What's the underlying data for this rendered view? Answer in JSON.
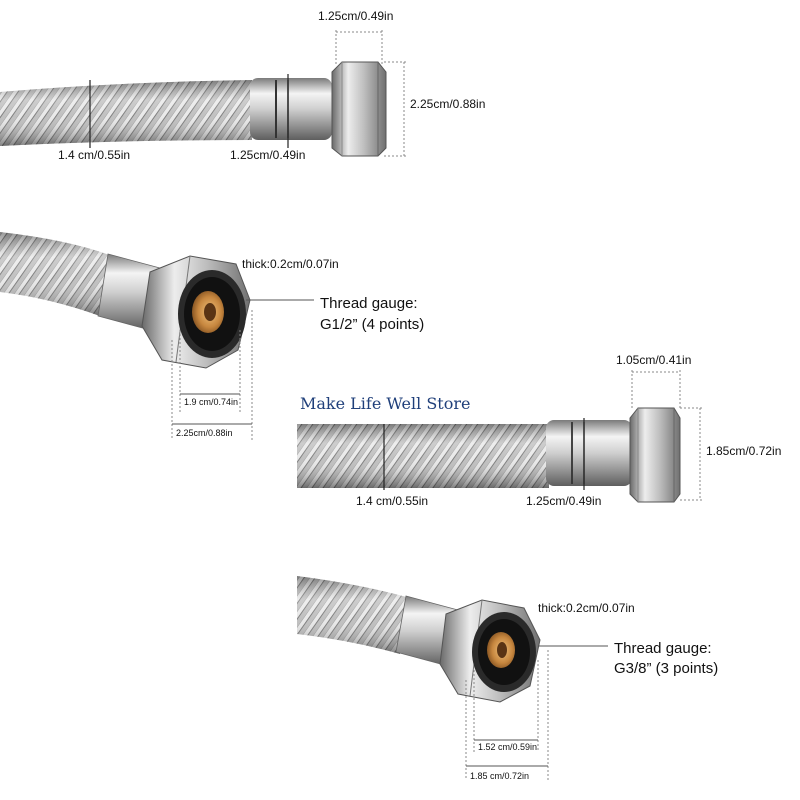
{
  "store_name": "Make Life Well Store",
  "colors": {
    "braid_light": "#e6e6e6",
    "braid_dark": "#7b7b7b",
    "steel_light": "#f2f2f2",
    "steel_dark": "#6e6e6e",
    "brass": "#c7873f",
    "store_text": "#1f3f7a"
  },
  "panel1": {
    "nut_width": "1.25cm/0.49in",
    "nut_height": "2.25cm/0.88in",
    "hose_diameter": "1.4 cm/0.55in",
    "sleeve_width": "1.25cm/0.49in"
  },
  "panel2": {
    "thickness": "thick:0.2cm/0.07in",
    "thread_title": "Thread gauge:",
    "thread_value": "G1/2”  (4 points)",
    "inner_diameter": "1.9 cm/0.74in",
    "outer_diameter": "2.25cm/0.88in"
  },
  "panel3": {
    "nut_width": "1.05cm/0.41in",
    "nut_height": "1.85cm/0.72in",
    "hose_diameter": "1.4 cm/0.55in",
    "sleeve_width": "1.25cm/0.49in"
  },
  "panel4": {
    "thickness": "thick:0.2cm/0.07in",
    "thread_title": "Thread gauge:",
    "thread_value": "G3/8”  (3 points)",
    "inner_diameter": "1.52 cm/0.59in",
    "outer_diameter": "1.85 cm/0.72in"
  }
}
